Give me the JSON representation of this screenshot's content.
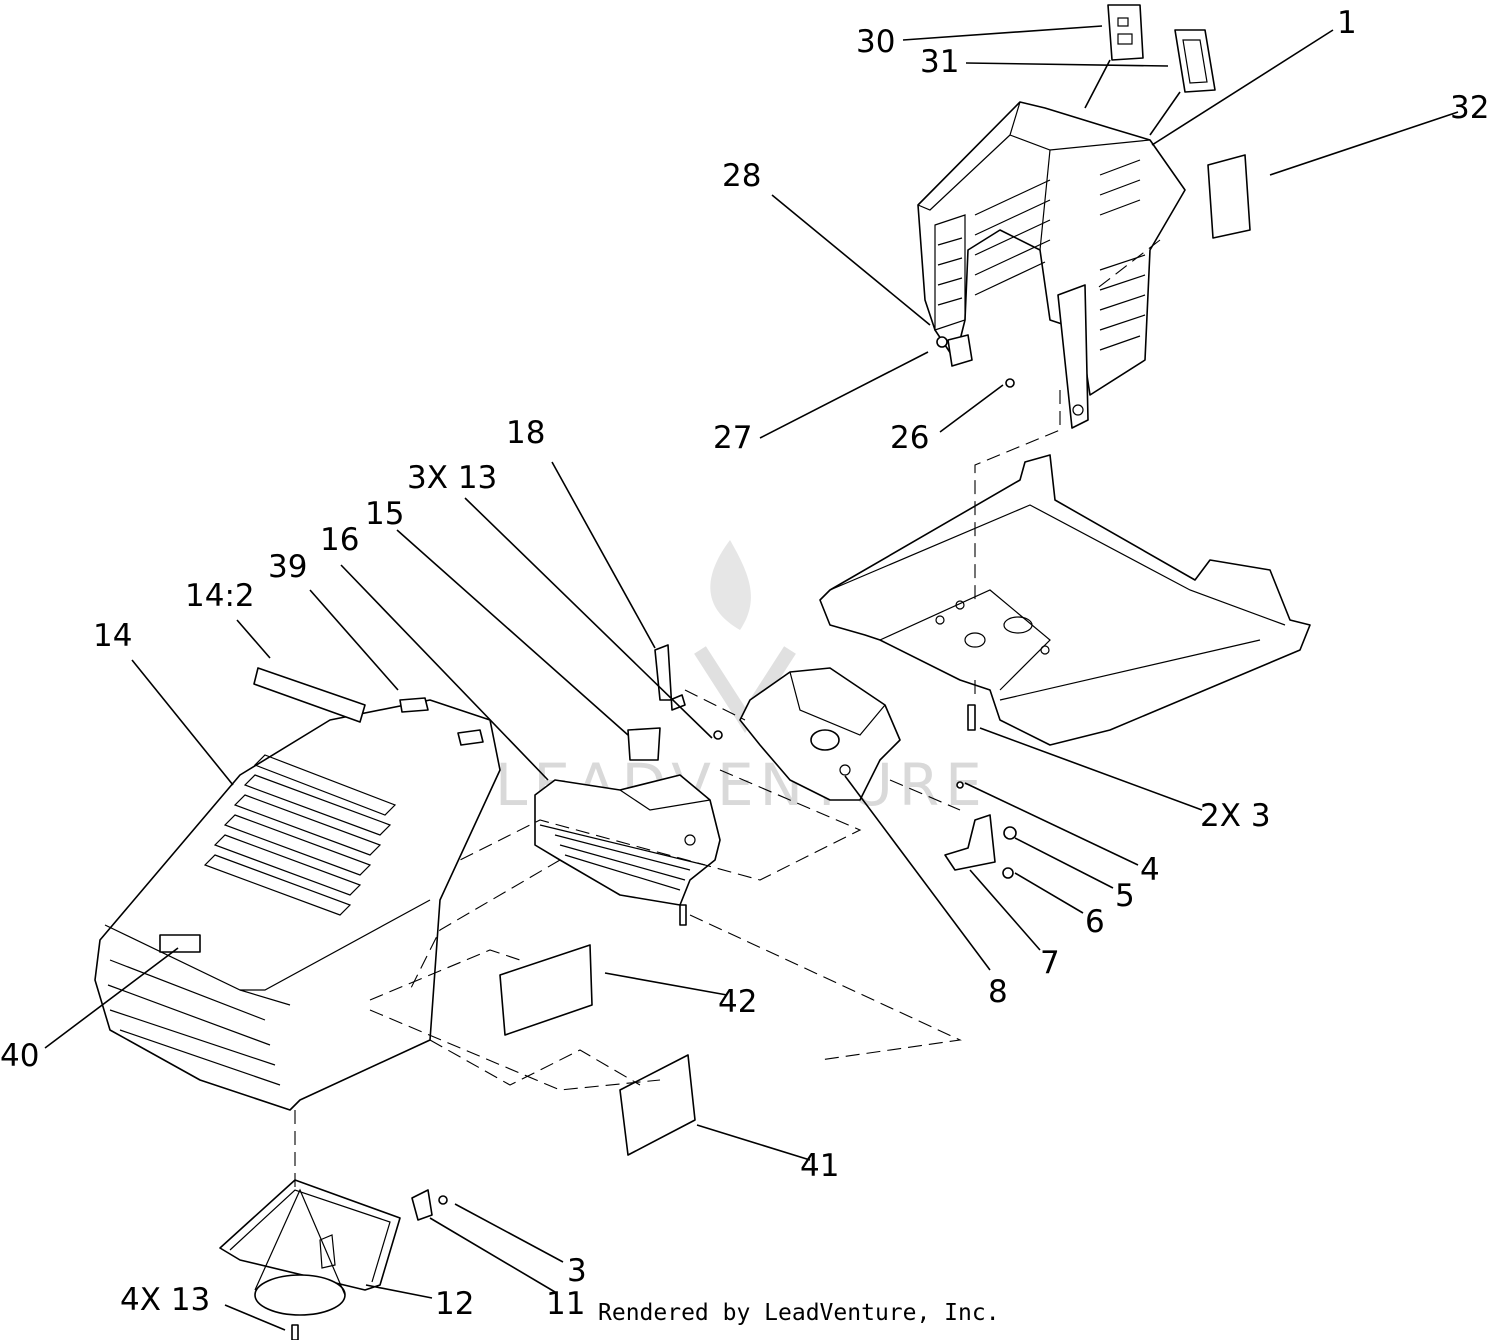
{
  "watermark_text": "LEADVENTURE",
  "footer": "Rendered by LeadVenture, Inc.",
  "callouts": [
    {
      "id": "30",
      "label": "30"
    },
    {
      "id": "31",
      "label": "31"
    },
    {
      "id": "1",
      "label": "1"
    },
    {
      "id": "32",
      "label": "32"
    },
    {
      "id": "28",
      "label": "28"
    },
    {
      "id": "27",
      "label": "27"
    },
    {
      "id": "26",
      "label": "26"
    },
    {
      "id": "18",
      "label": "18"
    },
    {
      "id": "3x13",
      "label": "3X 13"
    },
    {
      "id": "15",
      "label": "15"
    },
    {
      "id": "16",
      "label": "16"
    },
    {
      "id": "39",
      "label": "39"
    },
    {
      "id": "14-2",
      "label": "14:2"
    },
    {
      "id": "14",
      "label": "14"
    },
    {
      "id": "2x3",
      "label": "2X 3"
    },
    {
      "id": "4",
      "label": "4"
    },
    {
      "id": "5",
      "label": "5"
    },
    {
      "id": "6",
      "label": "6"
    },
    {
      "id": "7",
      "label": "7"
    },
    {
      "id": "8",
      "label": "8"
    },
    {
      "id": "42",
      "label": "42"
    },
    {
      "id": "40",
      "label": "40"
    },
    {
      "id": "41",
      "label": "41"
    },
    {
      "id": "3",
      "label": "3"
    },
    {
      "id": "11",
      "label": "11"
    },
    {
      "id": "12",
      "label": "12"
    },
    {
      "id": "4x13",
      "label": "4X 13"
    }
  ]
}
